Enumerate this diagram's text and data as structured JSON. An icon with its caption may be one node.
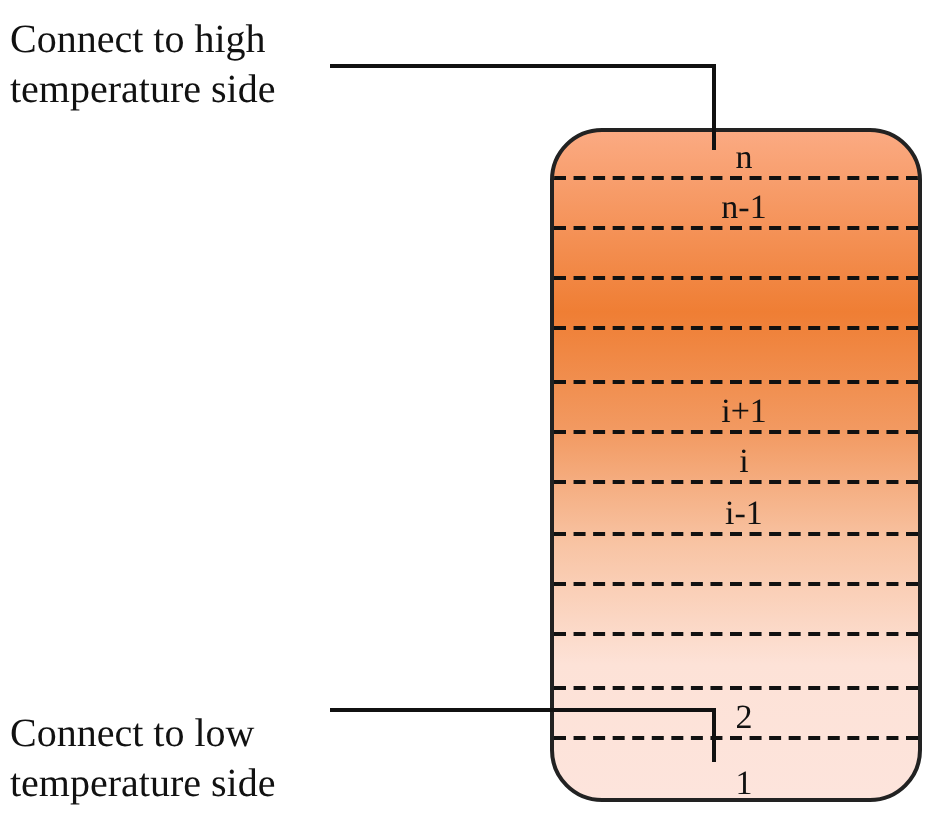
{
  "diagram": {
    "nodes": [
      {
        "text": [
          "Connect to high temperature side"
        ]
      },
      {
        "text": [],
        "shape": "box"
      },
      {
        "text": [
          "n"
        ],
        "in": 1
      },
      {
        "text": [
          "n-1"
        ],
        "in": 1
      },
      {
        "text": [],
        "shape": "band",
        "in": 1
      },
      {
        "text": [],
        "shape": "band",
        "in": 1
      },
      {
        "text": [],
        "shape": "band",
        "in": 1
      },
      {
        "text": [
          "i+1"
        ],
        "in": 1
      },
      {
        "text": [
          "i"
        ],
        "in": 1
      },
      {
        "text": [
          "i-1"
        ],
        "in": 1
      },
      {
        "text": [],
        "shape": "band",
        "in": 1
      },
      {
        "text": [],
        "shape": "band",
        "in": 1
      },
      {
        "text": [],
        "shape": "band",
        "in": 1
      },
      {
        "text": [
          "2"
        ],
        "in": 1
      },
      {
        "text": [
          "1"
        ],
        "in": 1
      },
      {
        "text": [
          "Connect to low temperature side"
        ]
      }
    ],
    "edges": [
      {
        "from": 0,
        "to": 2,
        "arrow": "none"
      },
      {
        "from": 15,
        "to": 14,
        "arrow": "none"
      }
    ]
  }
}
